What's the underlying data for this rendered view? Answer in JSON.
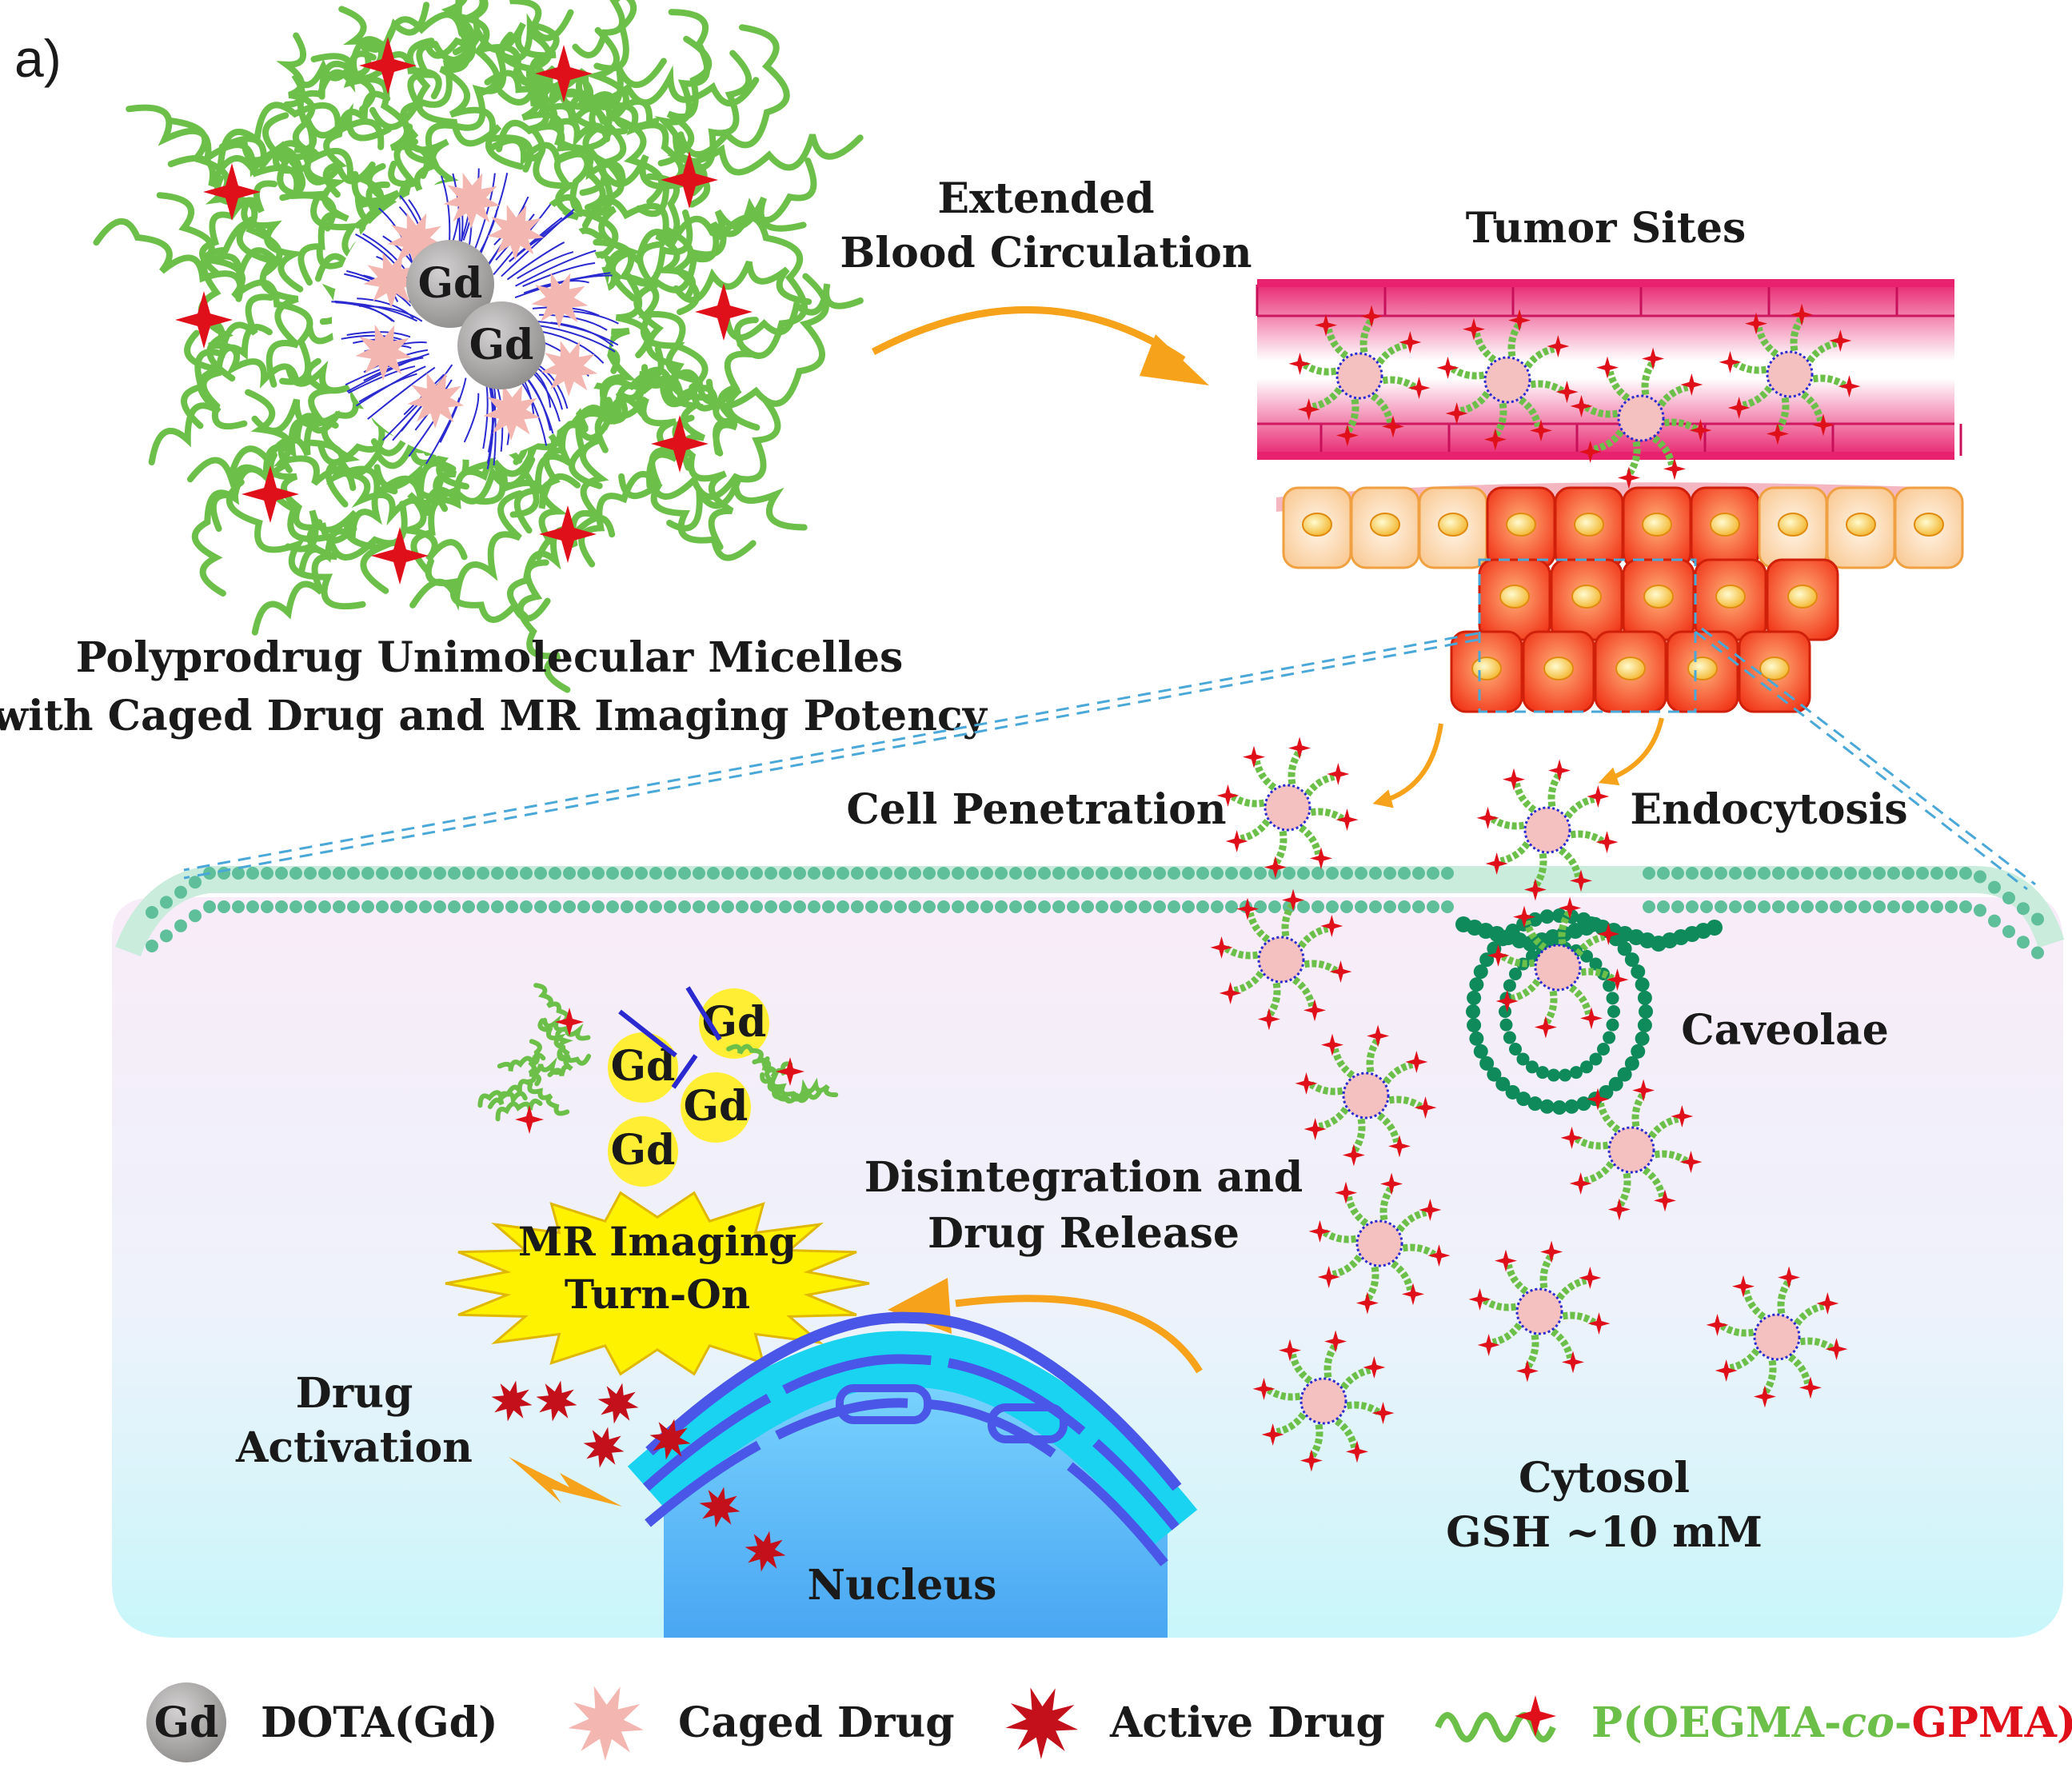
{
  "panel_label": "a)",
  "labels": {
    "micelle_title_line1": "Polyprodrug Unimolecular Micelles",
    "micelle_title_line2": "with Caged Drug and MR Imaging Potency",
    "extended_line1": "Extended",
    "extended_line2": "Blood Circulation",
    "tumor_sites": "Tumor Sites",
    "cell_penetration": "Cell Penetration",
    "endocytosis": "Endocytosis",
    "caveolae": "Caveolae",
    "disintegration_line1": "Disintegration and",
    "disintegration_line2": "Drug Release",
    "mr_line1": "MR Imaging",
    "mr_line2": "Turn-On",
    "drug_line1": "Drug",
    "drug_line2": "Activation",
    "nucleus": "Nucleus",
    "cytosol_line1": "Cytosol",
    "cytosol_line2": "GSH ~10 mM",
    "gd": "Gd"
  },
  "legend": {
    "dota_symbol": "Gd",
    "dota": "DOTA(Gd)",
    "caged": "Caged Drug",
    "active": "Active Drug",
    "polymer_prefix": "P(OEGMA-",
    "polymer_co": "co",
    "polymer_dash": "-",
    "polymer_suffix": "GPMA)"
  },
  "colors": {
    "polymer_green": "#6cc04a",
    "star_red": "#e0101a",
    "caged_pink": "#f4b6b0",
    "gd_gray": "#a8a6a6",
    "gd_yellow": "#ffee33",
    "arrow_orange": "#f7a21b",
    "vessel_pink": "#e8226e",
    "membrane_green": "#5fbf9a",
    "caveolae_green": "#0f8a5a",
    "nucleus_blue": "#4a56e8",
    "nucleus_cyan": "#19d3f0",
    "core_blue": "#2a2ad0",
    "active_red": "#c3101a",
    "burst_yellow": "#fff200"
  },
  "icons": [
    "gd-sphere-icon",
    "caged-drug-icon",
    "active-drug-icon",
    "polymer-chain-icon",
    "red-star-icon"
  ]
}
